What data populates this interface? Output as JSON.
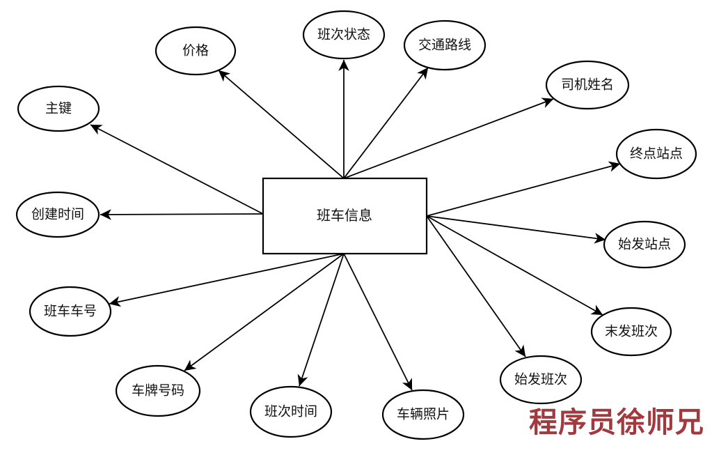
{
  "diagram": {
    "entity": {
      "label": "班车信息"
    },
    "attributes": [
      {
        "id": "price",
        "label": "价格"
      },
      {
        "id": "schedule-status",
        "label": "班次状态"
      },
      {
        "id": "traffic-route",
        "label": "交通路线"
      },
      {
        "id": "driver-name",
        "label": "司机姓名"
      },
      {
        "id": "terminal-station",
        "label": "终点站点"
      },
      {
        "id": "origin-station",
        "label": "始发站点"
      },
      {
        "id": "last-departure",
        "label": "末发班次"
      },
      {
        "id": "first-departure",
        "label": "始发班次"
      },
      {
        "id": "vehicle-photo",
        "label": "车辆照片"
      },
      {
        "id": "schedule-time",
        "label": "班次时间"
      },
      {
        "id": "license-plate",
        "label": "车牌号码"
      },
      {
        "id": "bus-number",
        "label": "班车车号"
      },
      {
        "id": "creation-time",
        "label": "创建时间"
      },
      {
        "id": "primary-key",
        "label": "主键"
      }
    ],
    "watermark": {
      "text": "程序员徐师兄",
      "color": "#A03A3E"
    },
    "colors": {
      "stroke": "#000000",
      "background": "#FFFFFF"
    }
  }
}
